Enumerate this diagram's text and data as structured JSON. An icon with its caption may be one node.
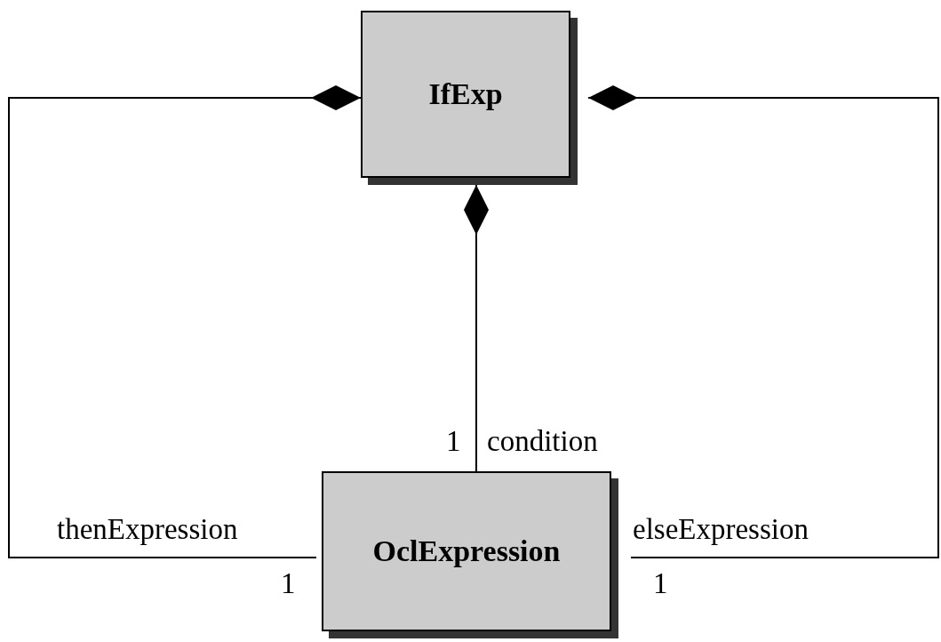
{
  "diagram": {
    "nodes": [
      {
        "text": [
          "IfExp"
        ]
      },
      {
        "text": [
          "OclExpression"
        ]
      }
    ],
    "edges": [
      {
        "from": 0,
        "to": 1,
        "arrow": "other",
        "label": "condition"
      },
      {
        "from": 0,
        "to": 1,
        "arrow": "other",
        "label": "thenExpression"
      },
      {
        "from": 0,
        "to": 1,
        "arrow": "other",
        "label": "elseExpression"
      }
    ],
    "labels": [
      "1",
      "1",
      "1"
    ]
  }
}
